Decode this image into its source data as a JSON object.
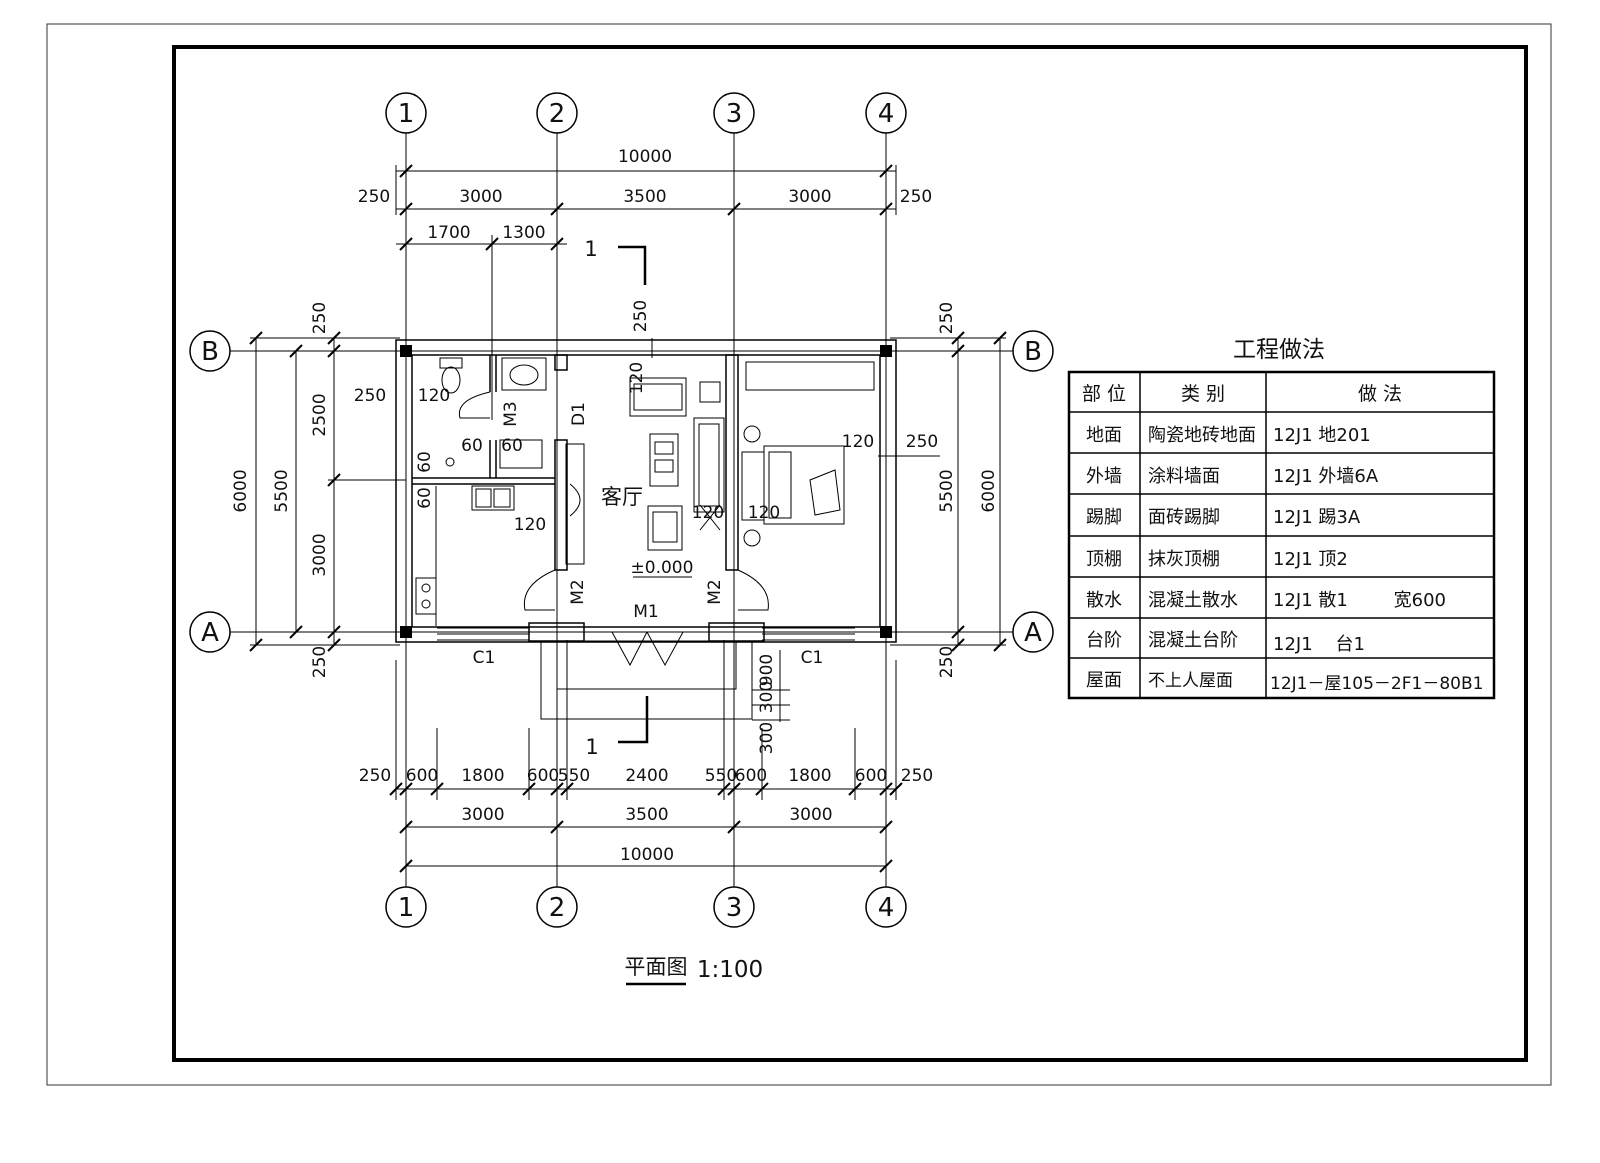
{
  "grid": {
    "columns": [
      "1",
      "2",
      "3",
      "4"
    ],
    "rows": [
      "A",
      "B"
    ]
  },
  "dims": {
    "top_total": "10000",
    "top_edge": "250",
    "top_bays": [
      "3000",
      "3500",
      "3000"
    ],
    "top_sub": [
      "1700",
      "1300"
    ],
    "top_inner": "250",
    "bottom_detail": [
      "250",
      "600",
      "1800",
      "600",
      "550",
      "2400",
      "550",
      "600",
      "1800",
      "600",
      "250"
    ],
    "bottom_bays": [
      "3000",
      "3500",
      "3000"
    ],
    "bottom_total": "10000",
    "left_edge": "250",
    "left_upper": "2500",
    "left_lower": "3000",
    "left_mid": "5500",
    "left_total": "6000",
    "left_inner": "250",
    "right_edge": "250",
    "right_mid": "5500",
    "right_total": "6000",
    "right_inner": "250",
    "step_900": "900",
    "step_300a": "300",
    "step_300b": "300",
    "wall_120": "120",
    "wall_60": "60"
  },
  "labels": {
    "section_mark": "1",
    "m1": "M1",
    "m2": "M2",
    "m3": "M3",
    "d1": "D1",
    "c1": "C1",
    "living_room": "客厅",
    "elevation": "±0.000"
  },
  "plan_title": "平面图",
  "plan_scale": "1:100",
  "specs": {
    "title": "工程做法",
    "headers": [
      "部 位",
      "类 别",
      "做    法"
    ],
    "rows": [
      [
        "地面",
        "陶瓷地砖地面",
        "12J1 地201"
      ],
      [
        "外墙",
        "涂料墙面",
        "12J1 外墙6A"
      ],
      [
        "踢脚",
        "面砖踢脚",
        "12J1 踢3A"
      ],
      [
        "顶棚",
        "抹灰顶棚",
        "12J1 顶2"
      ],
      [
        "散水",
        "混凝土散水",
        "12J1 散1        宽600"
      ],
      [
        "台阶",
        "混凝土台阶",
        "12J1    台1"
      ],
      [
        "屋面",
        "不上人屋面",
        "12J1－屋105－2F1－80B1"
      ]
    ]
  }
}
